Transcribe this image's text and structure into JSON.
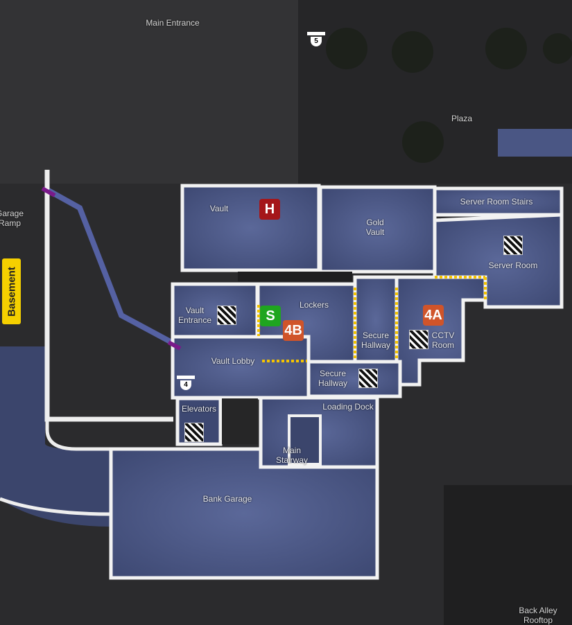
{
  "floor_tag": "Basement",
  "areas": {
    "main_entrance": "Main Entrance",
    "plaza": "Plaza",
    "garage_ramp": "Garage\nRamp",
    "vault": "Vault",
    "gold_vault": "Gold\nVault",
    "server_room_stairs": "Server Room Stairs",
    "server_room": "Server Room",
    "vault_entrance": "Vault\nEntrance",
    "lockers": "Lockers",
    "secure_hallway_east": "Secure\nHallway",
    "cctv_room": "CCTV\nRoom",
    "vault_lobby": "Vault Lobby",
    "secure_hallway_south": "Secure\nHallway",
    "elevators": "Elevators",
    "loading_dock": "Loading Dock",
    "main_stairway": "Main\nStairway",
    "bank_garage": "Bank Garage",
    "back_alley_rooftop": "Back Alley\nRooftop"
  },
  "markers": {
    "hostage": {
      "label": "H",
      "color": "#a5161a"
    },
    "spawn": {
      "label": "S",
      "color": "#1fa51f"
    },
    "site_4a": {
      "label": "4A",
      "color": "#d0542a"
    },
    "site_4b": {
      "label": "4B",
      "color": "#d0542a"
    }
  },
  "cameras": {
    "cam_5": "5",
    "cam_4": "4"
  },
  "colors": {
    "room": "#4a5684",
    "wall": "#f2f2f2",
    "ground": "#2b2b2d",
    "reinforced": "#f5c400",
    "hatch_line": "#7a1a8a",
    "basement_tag": "#f5d000"
  }
}
